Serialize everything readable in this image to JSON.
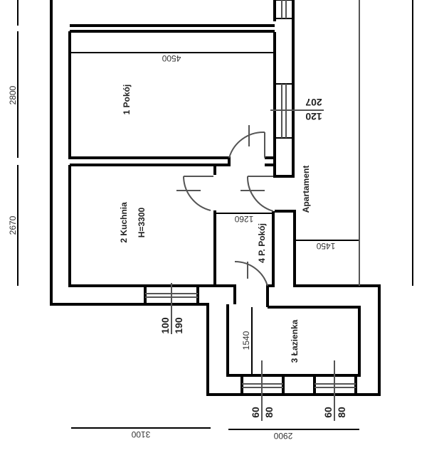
{
  "rooms": {
    "room1": "1 Pokój",
    "room2": "2 Kuchnia",
    "room2_height": "H=3300",
    "room3": "3 Łazienka",
    "room4": "4 P. Pokój",
    "apartment": "Apartament"
  },
  "dimensions": {
    "left_upper": "2800",
    "left_lower": "2670",
    "room1_width": "4500",
    "hall_width": "1260",
    "right_offset": "1450",
    "bath_height": "1540",
    "bottom_left": "3100",
    "bottom_right": "2900"
  },
  "windows": {
    "right": {
      "top": "207",
      "bottom": "120"
    },
    "kitchen": {
      "top": "100",
      "bottom": "190"
    },
    "bath_left": {
      "top": "60",
      "bottom": "80"
    },
    "bath_right": {
      "top": "60",
      "bottom": "80"
    }
  }
}
